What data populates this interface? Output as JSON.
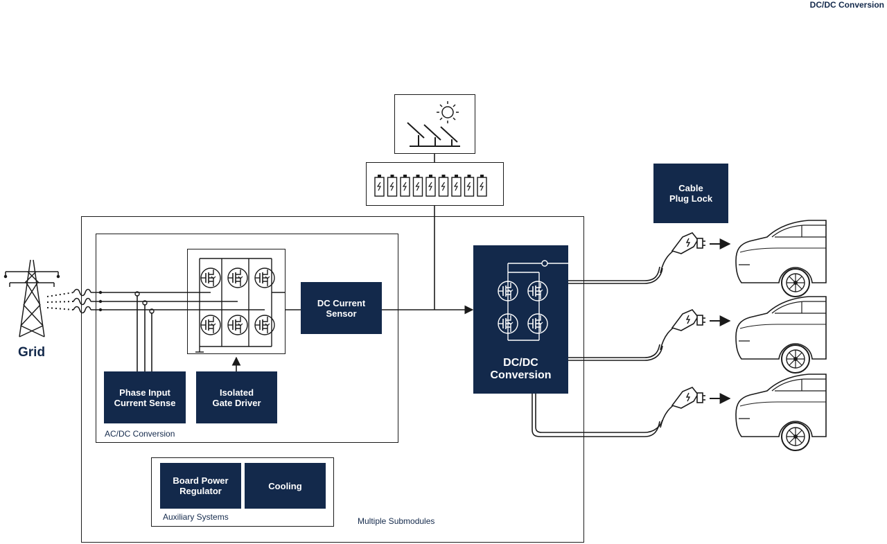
{
  "header": {
    "section_title": "DC/DC Conversion"
  },
  "grid": {
    "label": "Grid",
    "icon": "power-tower-icon"
  },
  "solar": {
    "icon": "solar-panel-icon"
  },
  "battery": {
    "icon": "battery-bank-icon",
    "cells": 9
  },
  "submodule": {
    "label": "Multiple Submodules",
    "acdc": {
      "label": "AC/DC Conversion",
      "dc_current_sensor": "DC Current\nSensor",
      "phase_input_current_sense": "Phase Input\nCurrent Sense",
      "isolated_gate_driver": "Isolated\nGate Driver"
    },
    "auxiliary": {
      "label": "Auxiliary Systems",
      "board_power_regulator": "Board Power\nRegulator",
      "cooling": "Cooling"
    },
    "dcdc": {
      "label": "DC/DC\nConversion"
    }
  },
  "cable_plug_lock": "Cable\nPlug Lock",
  "vehicles": [
    {
      "icon": "charging-plug-icon",
      "car": "car-icon"
    },
    {
      "icon": "charging-plug-icon",
      "car": "car-icon"
    },
    {
      "icon": "charging-plug-icon",
      "car": "car-icon"
    }
  ],
  "colors": {
    "navy": "#13294b",
    "line": "#1a1a1a",
    "background": "#ffffff"
  }
}
